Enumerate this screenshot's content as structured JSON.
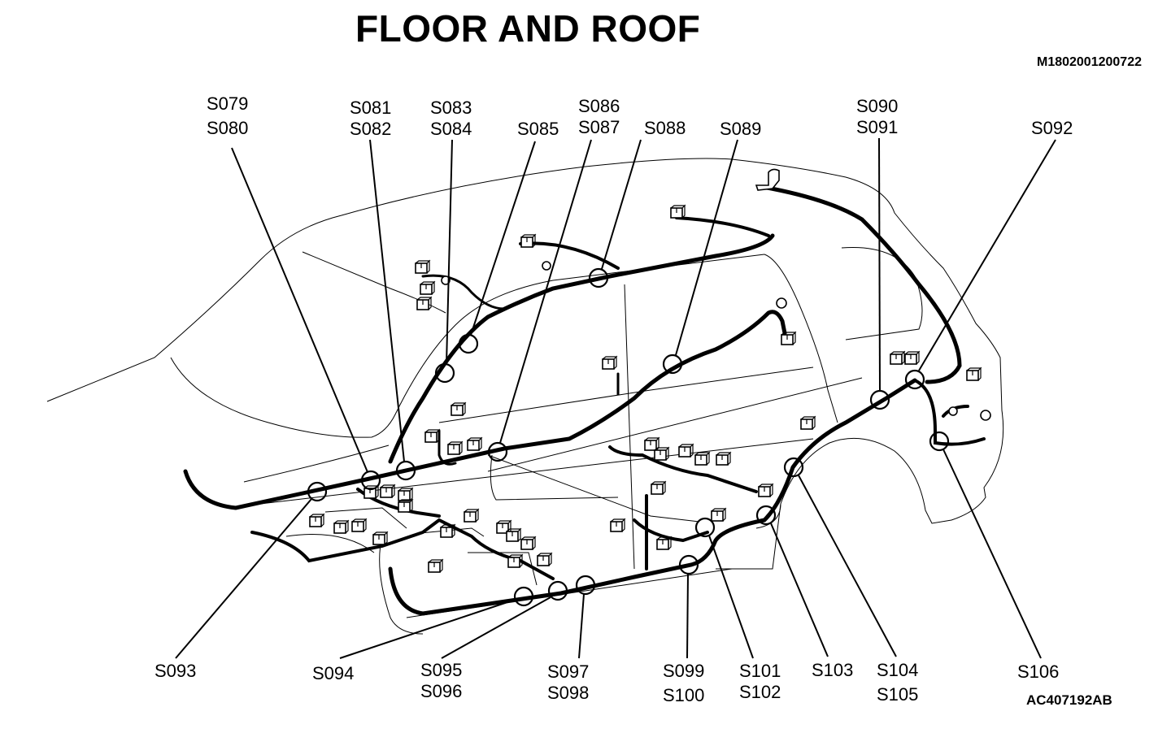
{
  "title": "FLOOR AND ROOF",
  "document_code": "M1802001200722",
  "figure_code": "AC407192AB",
  "colors": {
    "ink": "#000000",
    "paper": "#ffffff"
  },
  "labels": {
    "top": [
      {
        "id": "s079",
        "lines": [
          "S079",
          "S080"
        ]
      },
      {
        "id": "s081",
        "lines": [
          "S081",
          "S082"
        ]
      },
      {
        "id": "s083",
        "lines": [
          "S083",
          "S084"
        ]
      },
      {
        "id": "s085",
        "lines": [
          "S085"
        ]
      },
      {
        "id": "s086",
        "lines": [
          "S086",
          "S087"
        ]
      },
      {
        "id": "s088",
        "lines": [
          "S088"
        ]
      },
      {
        "id": "s089",
        "lines": [
          "S089"
        ]
      },
      {
        "id": "s090",
        "lines": [
          "S090",
          "S091"
        ]
      },
      {
        "id": "s092",
        "lines": [
          "S092"
        ]
      }
    ],
    "bottom": [
      {
        "id": "s093",
        "lines": [
          "S093"
        ]
      },
      {
        "id": "s094",
        "lines": [
          "S094"
        ]
      },
      {
        "id": "s095",
        "lines": [
          "S095",
          "S096"
        ]
      },
      {
        "id": "s097",
        "lines": [
          "S097",
          "S098"
        ]
      },
      {
        "id": "s099",
        "lines": [
          "S099",
          "S100"
        ]
      },
      {
        "id": "s101",
        "lines": [
          "S101",
          "S102"
        ]
      },
      {
        "id": "s103",
        "lines": [
          "S103"
        ]
      },
      {
        "id": "s104",
        "lines": [
          "S104",
          "S105"
        ]
      },
      {
        "id": "s106",
        "lines": [
          "S106"
        ]
      }
    ]
  }
}
